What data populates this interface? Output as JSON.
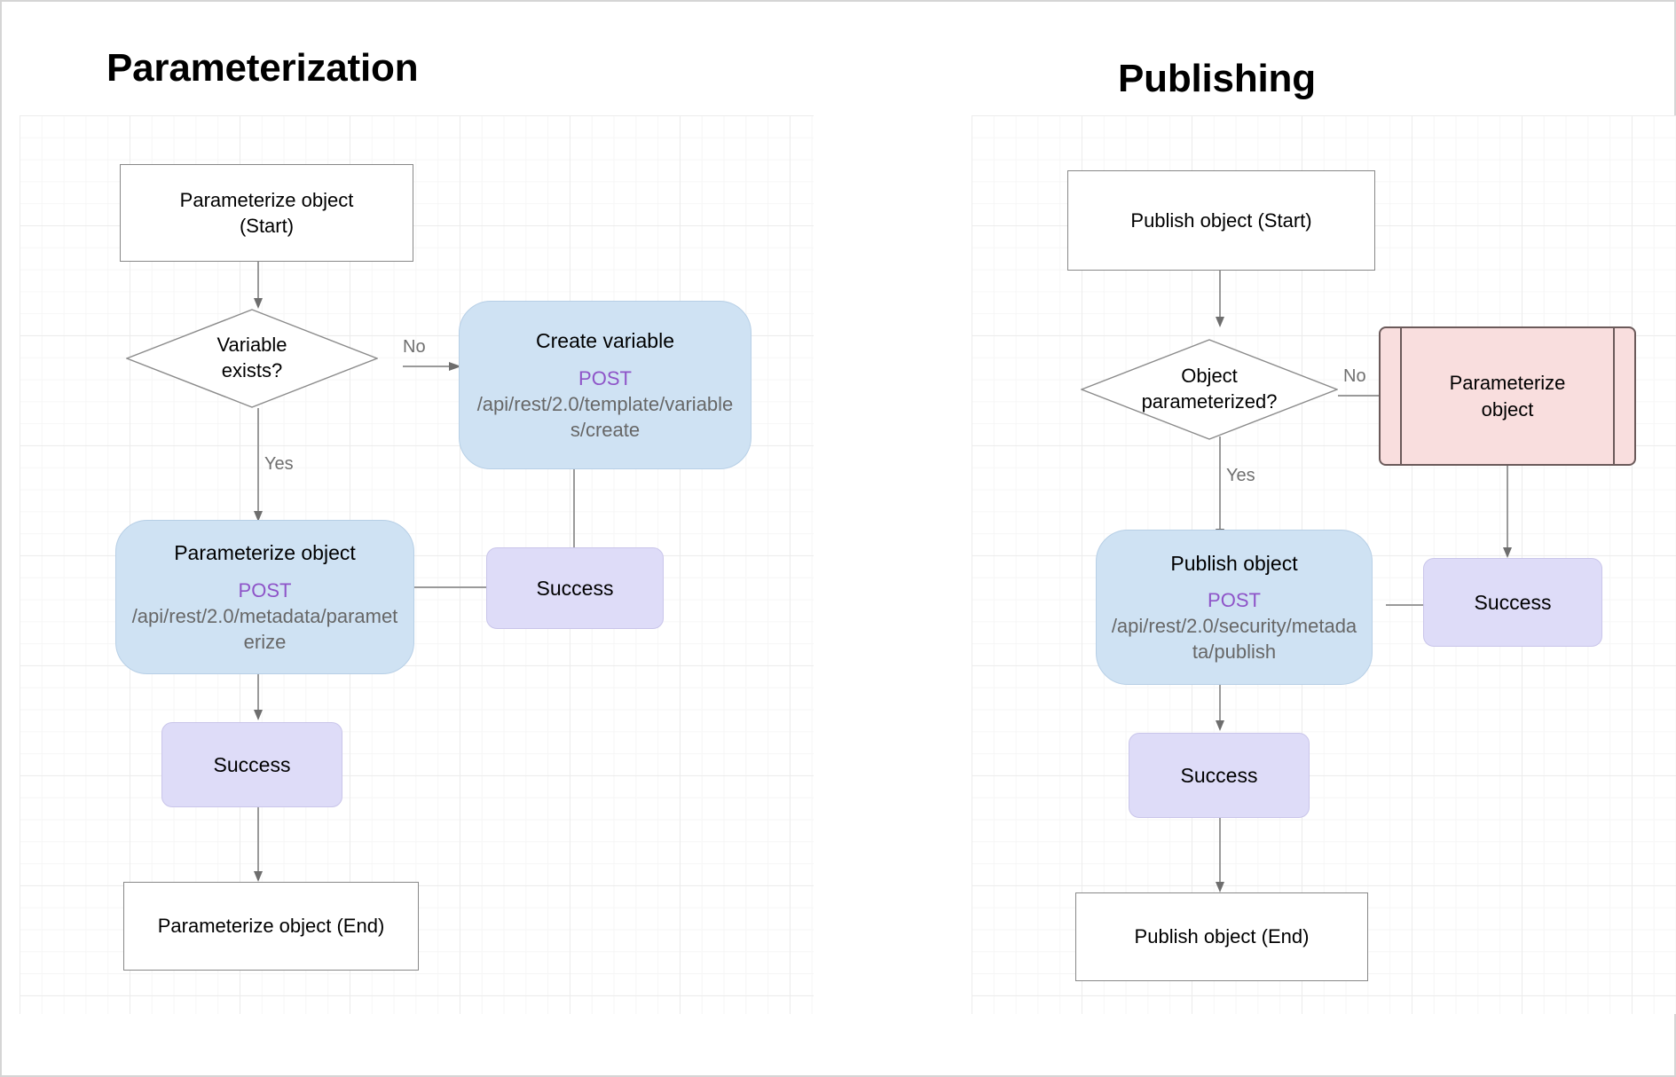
{
  "diagram": {
    "type": "flowchart",
    "panels": [
      {
        "id": "parameterization",
        "title": "Parameterization",
        "nodes": [
          {
            "id": "p-start",
            "shape": "terminator",
            "label": "Parameterize object\n(Start)"
          },
          {
            "id": "p-decision",
            "shape": "decision",
            "label": "Variable\nexists?"
          },
          {
            "id": "p-create-var",
            "shape": "api",
            "title": "Create variable",
            "method": "POST",
            "path": "/api/rest/2.0/template/variables/create"
          },
          {
            "id": "p-param",
            "shape": "api",
            "title": "Parameterize object",
            "method": "POST",
            "path": "/api/rest/2.0/metadata/parameterize"
          },
          {
            "id": "p-success-right",
            "shape": "success",
            "label": "Success"
          },
          {
            "id": "p-success-left",
            "shape": "success",
            "label": "Success"
          },
          {
            "id": "p-end",
            "shape": "terminator",
            "label": "Parameterize object (End)"
          }
        ],
        "edges": [
          {
            "from": "p-start",
            "to": "p-decision",
            "label": ""
          },
          {
            "from": "p-decision",
            "to": "p-create-var",
            "label": "No"
          },
          {
            "from": "p-decision",
            "to": "p-param",
            "label": "Yes"
          },
          {
            "from": "p-create-var",
            "to": "p-success-right",
            "label": ""
          },
          {
            "from": "p-param",
            "to": "p-success-right",
            "label": ""
          },
          {
            "from": "p-param",
            "to": "p-success-left",
            "label": ""
          },
          {
            "from": "p-success-left",
            "to": "p-end",
            "label": ""
          }
        ]
      },
      {
        "id": "publishing",
        "title": "Publishing",
        "nodes": [
          {
            "id": "q-start",
            "shape": "terminator",
            "label": "Publish object (Start)"
          },
          {
            "id": "q-decision",
            "shape": "decision",
            "label": "Object\nparameterized?"
          },
          {
            "id": "q-subproc",
            "shape": "subprocess",
            "label": "Parameterize\nobject"
          },
          {
            "id": "q-publish",
            "shape": "api",
            "title": "Publish object",
            "method": "POST",
            "path": "/api/rest/2.0/security/metadata/publish"
          },
          {
            "id": "q-success-right",
            "shape": "success",
            "label": "Success"
          },
          {
            "id": "q-success-left",
            "shape": "success",
            "label": "Success"
          },
          {
            "id": "q-end",
            "shape": "terminator",
            "label": "Publish object (End)"
          }
        ],
        "edges": [
          {
            "from": "q-start",
            "to": "q-decision",
            "label": ""
          },
          {
            "from": "q-decision",
            "to": "q-subproc",
            "label": "No"
          },
          {
            "from": "q-decision",
            "to": "q-publish",
            "label": "Yes"
          },
          {
            "from": "q-subproc",
            "to": "q-success-right",
            "label": ""
          },
          {
            "from": "q-publish",
            "to": "q-success-right",
            "label": ""
          },
          {
            "from": "q-publish",
            "to": "q-success-left",
            "label": ""
          },
          {
            "from": "q-success-left",
            "to": "q-end",
            "label": ""
          }
        ]
      }
    ]
  },
  "left": {
    "title": "Parameterization",
    "start": "Parameterize object\n(Start)",
    "decision": "Variable\nexists?",
    "no_label": "No",
    "yes_label": "Yes",
    "create_variable": {
      "title": "Create variable",
      "method": "POST",
      "path": "/api/rest/2.0/template/variables/create"
    },
    "parameterize": {
      "title": "Parameterize object",
      "method": "POST",
      "path": "/api/rest/2.0/metadata/parameterize"
    },
    "success_right": "Success",
    "success_left": "Success",
    "end": "Parameterize object (End)"
  },
  "right": {
    "title": "Publishing",
    "start": "Publish object (Start)",
    "decision": "Object\nparameterized?",
    "no_label": "No",
    "yes_label": "Yes",
    "subprocess": "Parameterize\nobject",
    "publish": {
      "title": "Publish object",
      "method": "POST",
      "path": "/api/rest/2.0/security/metadata/publish"
    },
    "success_right": "Success",
    "success_left": "Success",
    "end": "Publish object (End)"
  },
  "colors": {
    "api_fill": "#cfe2f3",
    "success_fill": "#dedcf8",
    "subprocess_fill": "#f9dede",
    "method_text": "#8e54c8",
    "path_text": "#676767",
    "connector": "#9a9a9a",
    "label_text": "#6f6f6f"
  }
}
